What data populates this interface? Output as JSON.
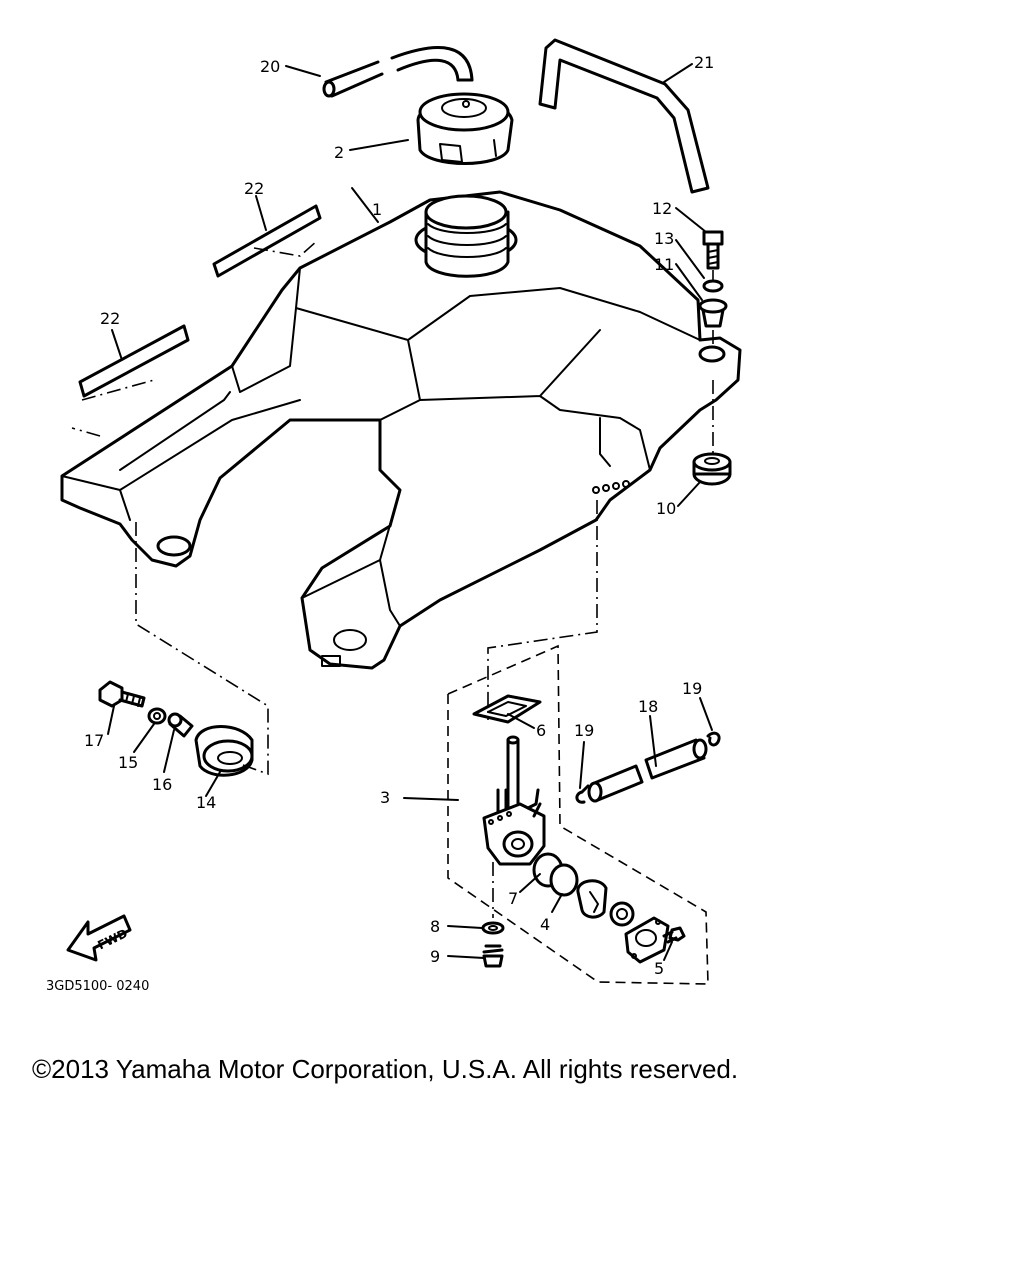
{
  "diagram": {
    "callouts": {
      "p1": "1",
      "p2": "2",
      "p3": "3",
      "p4": "4",
      "p5": "5",
      "p6": "6",
      "p7": "7",
      "p8": "8",
      "p9": "9",
      "p10": "10",
      "p11": "11",
      "p12": "12",
      "p13": "13",
      "p14": "14",
      "p15": "15",
      "p16": "16",
      "p17": "17",
      "p18": "18",
      "p19a": "19",
      "p19b": "19",
      "p20": "20",
      "p21": "21",
      "p22a": "22",
      "p22b": "22"
    },
    "fwd_label": "FWD",
    "drawing_code": "3GD5100- 0240"
  },
  "footer": {
    "copyright": "©2013 Yamaha Motor Corporation, U.S.A. All rights reserved."
  }
}
